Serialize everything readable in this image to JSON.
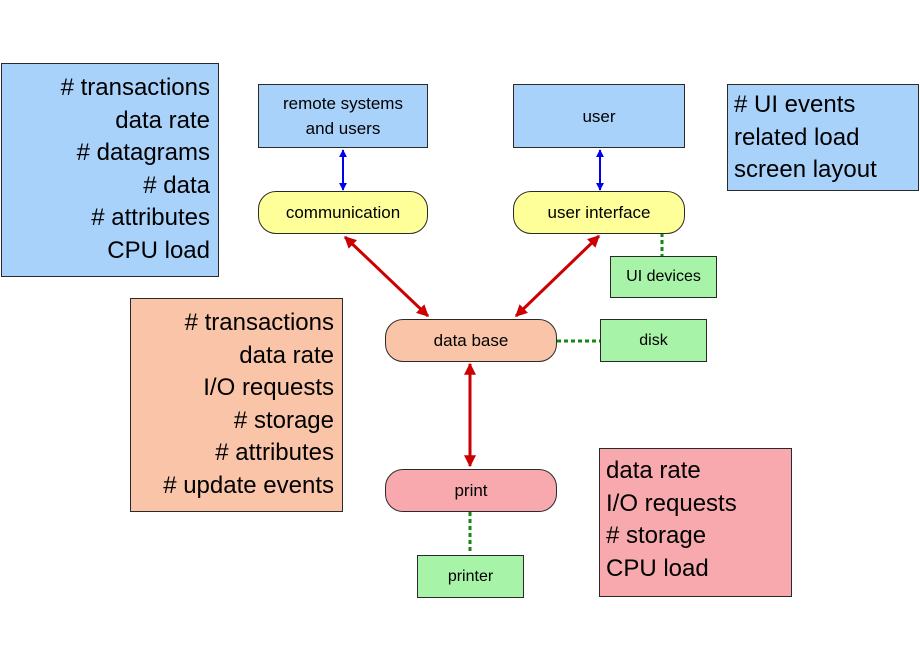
{
  "nodes": {
    "remote": "remote systems\nand users",
    "user": "user",
    "communication": "communication",
    "user_interface": "user interface",
    "ui_devices": "UI devices",
    "database": "data base",
    "disk": "disk",
    "print": "print",
    "printer": "printer"
  },
  "metrics": {
    "communication": [
      "# transactions",
      "data rate",
      "# datagrams",
      "# data",
      "# attributes",
      "CPU load"
    ],
    "user_interface": [
      "# UI events",
      "related load",
      "screen layout"
    ],
    "database": [
      "# transactions",
      "data rate",
      "I/O requests",
      "# storage",
      "# attributes",
      "# update events"
    ],
    "print": [
      "data rate",
      "I/O requests",
      "# storage",
      "CPU load"
    ]
  },
  "colors": {
    "blue_box": "#a9d2fb",
    "yellow_box": "#ffff99",
    "salmon_box": "#f9c4a8",
    "pink_box": "#f7a9ad",
    "green_box": "#a7f3a7",
    "blue_arrow": "#0000ee",
    "red_arrow": "#cc0000",
    "green_dotted": "#118811"
  }
}
